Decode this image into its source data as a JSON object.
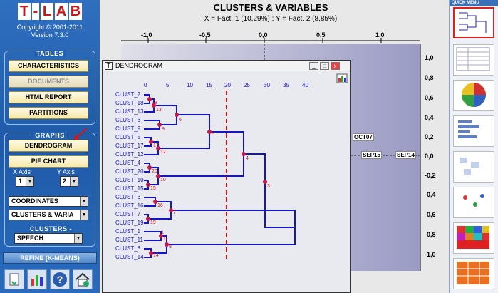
{
  "logo": [
    "T",
    "-",
    "L",
    "A",
    "B"
  ],
  "copyright": "Copyright © 2001-2011",
  "version": "Version 7.3.0",
  "tables": {
    "title": "TABLES",
    "buttons": [
      "CHARACTERISTICS",
      "DOCUMENTS",
      "HTML REPORT",
      "PARTITIONS"
    ]
  },
  "graphs": {
    "title": "GRAPHS",
    "buttons": [
      "DENDROGRAM",
      "PIE CHART"
    ],
    "x_axis_label": "X Axis",
    "y_axis_label": "Y Axis",
    "x_axis_value": "1",
    "y_axis_value": "2",
    "coord_select": "COORDINATES",
    "mode_select": "CLUSTERS & VARIA"
  },
  "clusters_variables": {
    "title": "CLUSTERS - VARIABLES",
    "select": "SPEECH"
  },
  "refine_label": "REFINE (K-MEANS)",
  "plot": {
    "title": "CLUSTERS & VARIABLES",
    "subtitle": "X = Fact. 1 (10,29%) ; Y = Fact. 2 (8,85%)",
    "x_ticks": [
      "-1,0",
      "-0,5",
      "0,0",
      "0,5",
      "1,0"
    ],
    "y_ticks": [
      "1,0",
      "0,8",
      "0,6",
      "0,4",
      "0,2",
      "0,0",
      "-0,2",
      "-0,4",
      "-0,6",
      "-0,8",
      "-1,0"
    ],
    "points": [
      "OCT07",
      "SEP15",
      "SEP14"
    ]
  },
  "quick_menu": {
    "title": "QUICK MENU"
  },
  "dendrogram": {
    "window_title": "DENDROGRAM",
    "x_ticks": [
      "0",
      "5",
      "10",
      "15",
      "20",
      "25",
      "30",
      "35",
      "40"
    ],
    "clusters": [
      "CLUST_2",
      "CLUST_18",
      "CLUST_13",
      "CLUST_6",
      "CLUST_9",
      "CLUST_5",
      "CLUST_17",
      "CLUST_12",
      "CLUST_4",
      "CLUST_20",
      "CLUST_10",
      "CLUST_15",
      "CLUST_3",
      "CLUST_16",
      "CLUST_7",
      "CLUST_19",
      "CLUST_1",
      "CLUST_11",
      "CLUST_8",
      "CLUST_14"
    ],
    "nodes": [
      "18",
      "13",
      "6",
      "9",
      "5",
      "17",
      "12",
      "4",
      "20",
      "10",
      "15",
      "3",
      "16",
      "7",
      "19",
      "11",
      "1",
      "8",
      "14"
    ]
  }
}
